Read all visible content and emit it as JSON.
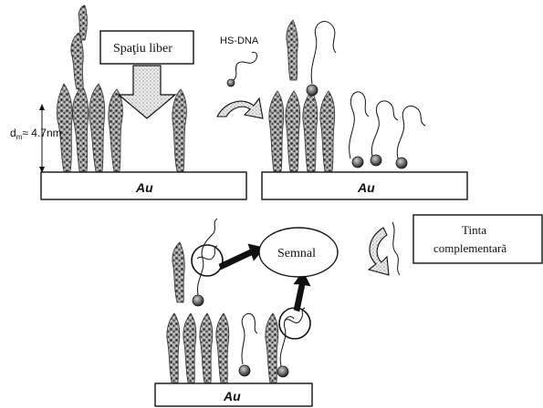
{
  "labels": {
    "spatiu_liber": "Spaţiu liber",
    "hs_dna": "HS-DNA",
    "d_m": "d",
    "d_m_sub": "m",
    "d_m_value": "≈ 4.7nm",
    "semnal": "Semnal",
    "tinta_line1": "Tinta",
    "tinta_line2": "complementară",
    "au_left": "Au",
    "au_right": "Au",
    "au_bottom": "Au"
  },
  "colors": {
    "ink": "#111111",
    "plate": "#ffffff",
    "column_fill": "#8a8a8a",
    "arrow_fill": "#d4d4d4",
    "sphere_fill": "#555555"
  }
}
